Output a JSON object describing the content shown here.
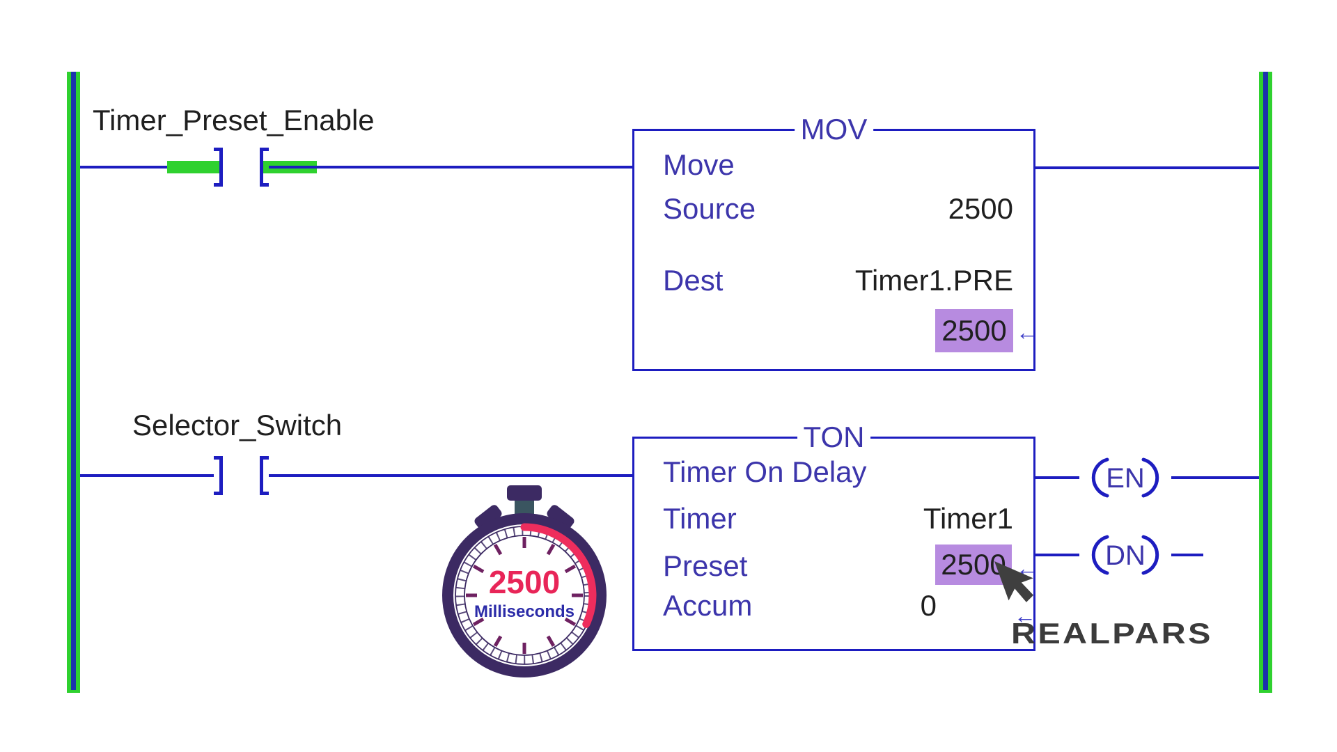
{
  "rung1": {
    "contact_label": "Timer_Preset_Enable",
    "mov": {
      "title": "MOV",
      "operation": "Move",
      "source_label": "Source",
      "source_value": "2500",
      "dest_label": "Dest",
      "dest_tag": "Timer1.PRE",
      "dest_current_value": "2500",
      "edit_arrow": "←"
    }
  },
  "rung2": {
    "contact_label": "Selector_Switch",
    "ton": {
      "title": "TON",
      "operation": "Timer On Delay",
      "timer_label": "Timer",
      "timer_tag": "Timer1",
      "preset_label": "Preset",
      "preset_value": "2500",
      "accum_label": "Accum",
      "accum_value": "0",
      "edit_arrow_preset": "←",
      "edit_arrow_below": "←"
    },
    "en_coil_label": "EN",
    "dn_coil_label": "DN"
  },
  "stopwatch": {
    "value": "2500",
    "unit": "Milliseconds"
  },
  "branding": {
    "logo_text": "REALPARS"
  },
  "colors": {
    "wire_blue": "#1d1dc0",
    "label_indigo": "#3c35ab",
    "text_black": "#1f1f1f",
    "rail_green": "#2fd12f",
    "rail_stripe_navy": "#1c33ad",
    "highlight_purple": "#b78be0",
    "edit_arrow_indigo": "#4040c8",
    "cursor_gray": "#3f3f3f",
    "logo_gray": "#3b3b3b",
    "stopwatch_body_purple": "#3c2a63",
    "stopwatch_tick_magenta": "#6e2161",
    "stopwatch_arc_red": "#ee2d5d",
    "stopwatch_value_red": "#e82558",
    "stopwatch_unit_blue": "#2b2ba8"
  }
}
